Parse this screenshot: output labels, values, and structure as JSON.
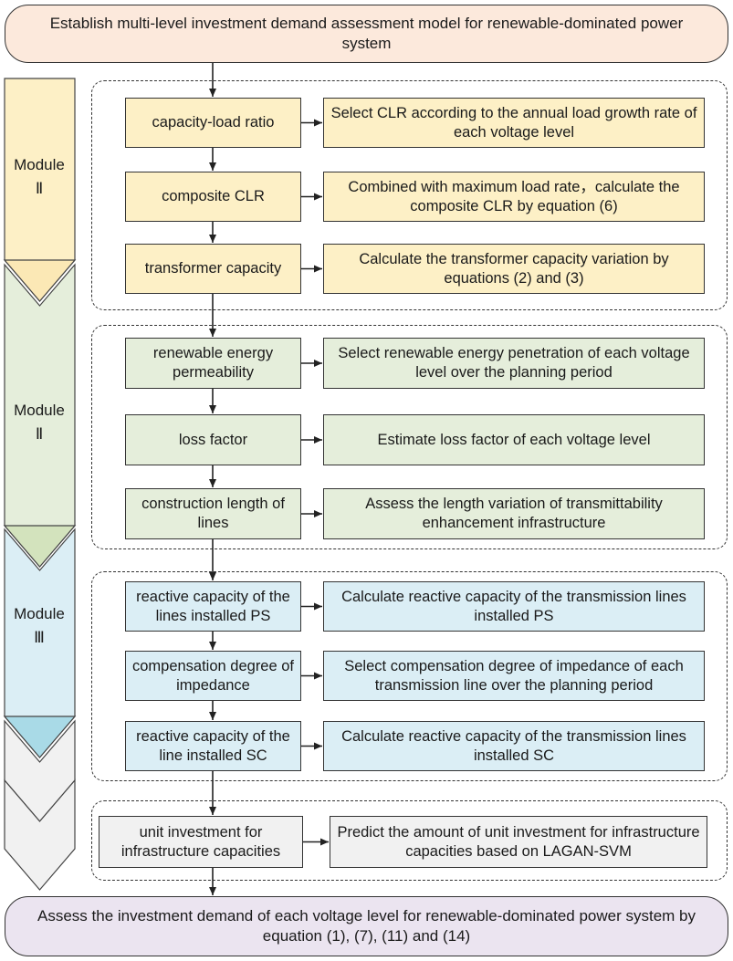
{
  "title": "Establish multi-level investment demand assessment model for renewable-dominated power system",
  "conclusion": "Assess the investment demand of each voltage level for renewable-dominated power system by equation (1), (7), (11) and (14)",
  "colors": {
    "module1": "#fdf0c6",
    "module2": "#e5eedb",
    "module3": "#dbeef5",
    "module4": "#f1f1f1",
    "band1": "#fbe8b5",
    "band2": "#d3e3bd",
    "band3": "#a9dae7",
    "band4": "#e9e9e9",
    "title_fill": "#fce9dc",
    "conclusion_fill": "#ebe4f0"
  },
  "modules": [
    {
      "label_top": "Module",
      "label_bottom": "Ⅱ",
      "rows": [
        {
          "step": "capacity-load ratio",
          "action": "Select CLR according to the annual load growth rate of each voltage level"
        },
        {
          "step": "composite CLR",
          "action": "Combined with maximum load rate，calculate the composite CLR  by equation (6)"
        },
        {
          "step": "transformer capacity",
          "action": "Calculate the transformer capacity variation by equations (2) and (3)"
        }
      ]
    },
    {
      "label_top": "Module",
      "label_bottom": "Ⅱ",
      "rows": [
        {
          "step": "renewable energy permeability",
          "action": "Select renewable energy penetration of each voltage level over the planning period"
        },
        {
          "step": "loss factor",
          "action": "Estimate loss factor of each voltage level"
        },
        {
          "step": "construction length of lines",
          "action": "Assess the length variation of transmittability enhancement infrastructure"
        }
      ]
    },
    {
      "label_top": "Module",
      "label_bottom": "Ⅲ",
      "rows": [
        {
          "step": "reactive capacity of the lines installed PS",
          "action": "Calculate reactive capacity of the transmission lines installed PS"
        },
        {
          "step": "compensation degree of impedance",
          "action": "Select compensation degree of impedance of each transmission line over the planning period"
        },
        {
          "step": "reactive capacity of the   line installed SC",
          "action": "Calculate reactive capacity of the transmission lines installed SC"
        }
      ]
    },
    {
      "rows": [
        {
          "step": "unit investment for infrastructure capacities",
          "action": "Predict the amount of unit investment  for infrastructure capacities based on LAGAN-SVM"
        }
      ]
    }
  ]
}
